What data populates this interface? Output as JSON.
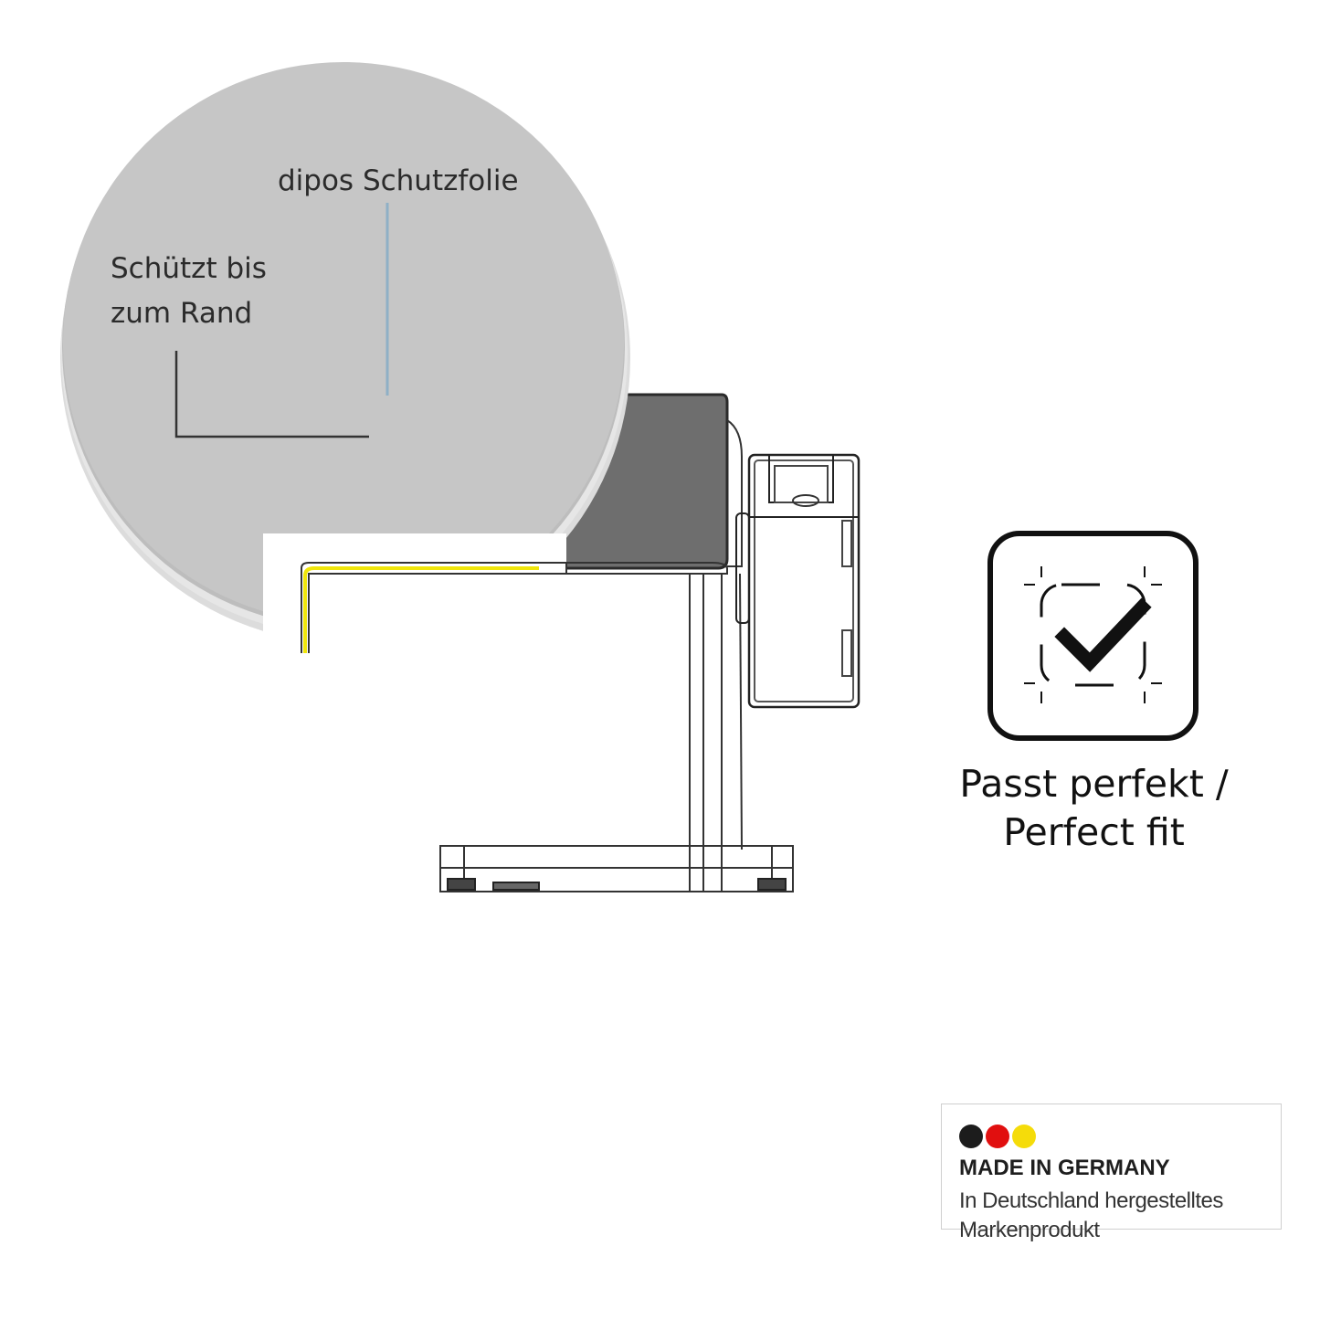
{
  "callout": {
    "protects_label": "Schützt bis\nzum Rand",
    "film_label": "dipos Schutzfolie"
  },
  "fit": {
    "icon": "perfect-fit-check-icon",
    "caption": "Passt perfekt /\nPerfect fit"
  },
  "badge": {
    "title": "MADE IN GERMANY",
    "description": "In Deutschland hergestelltes\nMarkenprodukt",
    "flag_colors": [
      "#1c1c1c",
      "#e10f0f",
      "#f5dc0a"
    ]
  },
  "colors": {
    "callout_circle": "#c6c6c6",
    "screen_fill": "#6e6e6e",
    "protector_outline": "#f0e60a",
    "pointer_line": "#8fb0c6"
  }
}
